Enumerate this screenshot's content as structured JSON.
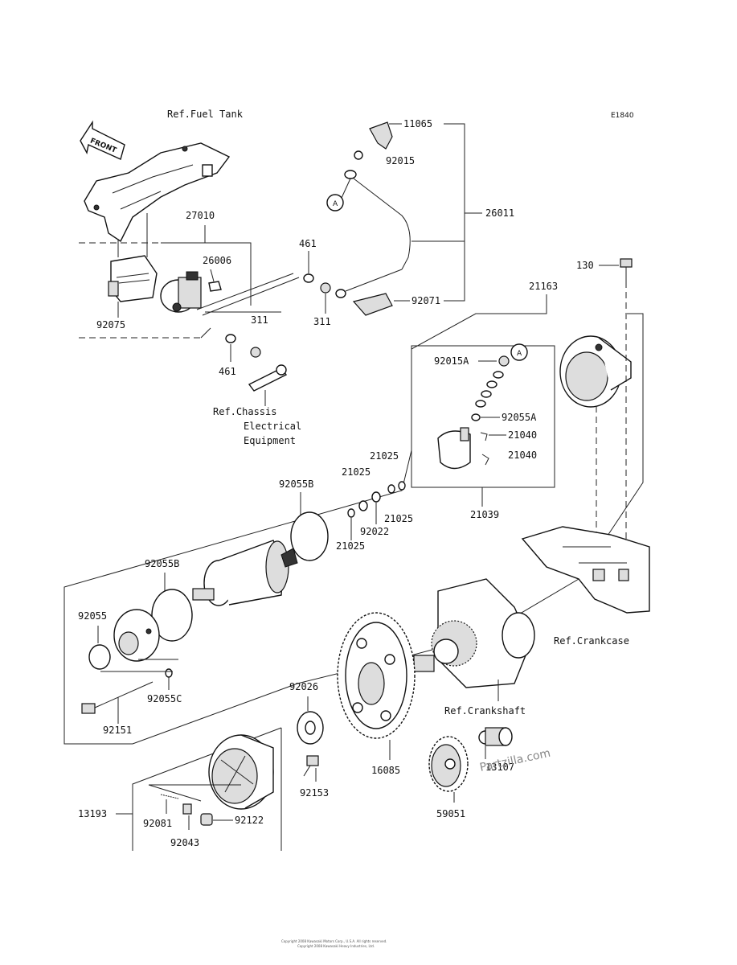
{
  "diagram_code": "E1840",
  "front_label": "FRONT",
  "refs": {
    "fuel_tank": "Ref.Fuel Tank",
    "chassis_1": "Ref.Chassis",
    "chassis_2": "Electrical",
    "chassis_3": "Equipment",
    "crankcase": "Ref.Crankcase",
    "crankshaft": "Ref.Crankshaft"
  },
  "callouts": {
    "A1": "A",
    "A2": "A"
  },
  "parts": {
    "p11065": "11065",
    "p92015": "92015",
    "p26011": "26011",
    "p27010": "27010",
    "p461a": "461",
    "p461b": "461",
    "p26006": "26006",
    "p311a": "311",
    "p311b": "311",
    "p92071": "92071",
    "p92075": "92075",
    "p130": "130",
    "p21163": "21163",
    "p92015A": "92015A",
    "p92055A": "92055A",
    "p21040a": "21040",
    "p21040b": "21040",
    "p21039": "21039",
    "p21025a": "21025",
    "p21025b": "21025",
    "p21025c": "21025",
    "p21025d": "21025",
    "p92022": "92022",
    "p92055Ba": "92055B",
    "p92055Bb": "92055B",
    "p92055": "92055",
    "p92055C": "92055C",
    "p92151": "92151",
    "p92026": "92026",
    "p16085": "16085",
    "p13107": "13107",
    "p59051": "59051",
    "p13193": "13193",
    "p92153": "92153",
    "p92081": "92081",
    "p92122": "92122",
    "p92043": "92043"
  },
  "watermark": "Partzilla.com",
  "footer_1": "Copyright 2008 Kawasaki Motors Corp., U.S.A. All rights reserved.",
  "footer_2": "Copyright 2008 Kawasaki Heavy Industries, Ltd."
}
